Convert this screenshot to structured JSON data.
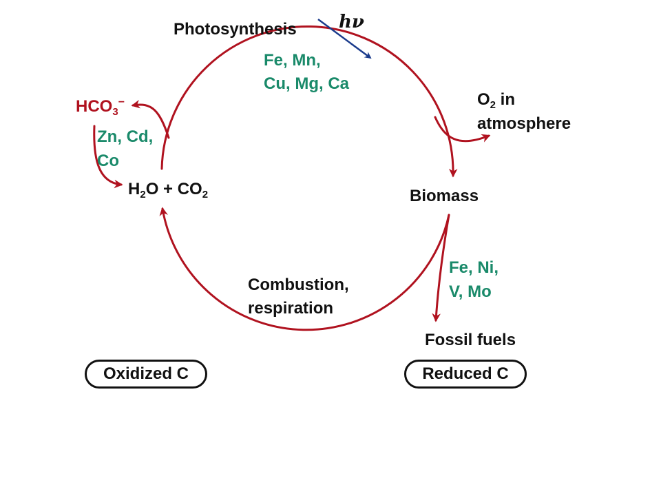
{
  "colors": {
    "cycle": "#b0121f",
    "metals": "#1a8a6a",
    "light": "#1a3b8c",
    "text": "#111111"
  },
  "labels": {
    "photosynthesis": "Photosynthesis",
    "hv": "hν",
    "photo_metals_1": "Fe, Mn,",
    "photo_metals_2": "Cu, Mg, Ca",
    "o2_main": "O",
    "o2_sub": "2",
    "o2_rest": " in",
    "o2_line2": "atmosphere",
    "biomass": "Biomass",
    "fossil_metals_1": "Fe, Ni,",
    "fossil_metals_2": "V, Mo",
    "fossil_fuels": "Fossil fuels",
    "combustion_1": "Combustion,",
    "combustion_2": "respiration",
    "h2o_h": "H",
    "h2o_sub": "2",
    "h2o_rest": "O + CO",
    "co2_sub": "2",
    "hco3_main": "HCO",
    "hco3_sub": "3",
    "hco3_sup": "−",
    "hco3_metals_1": "Zn, Cd,",
    "hco3_metals_2": "Co",
    "oxidized_c": "Oxidized C",
    "reduced_c": "Reduced C"
  }
}
